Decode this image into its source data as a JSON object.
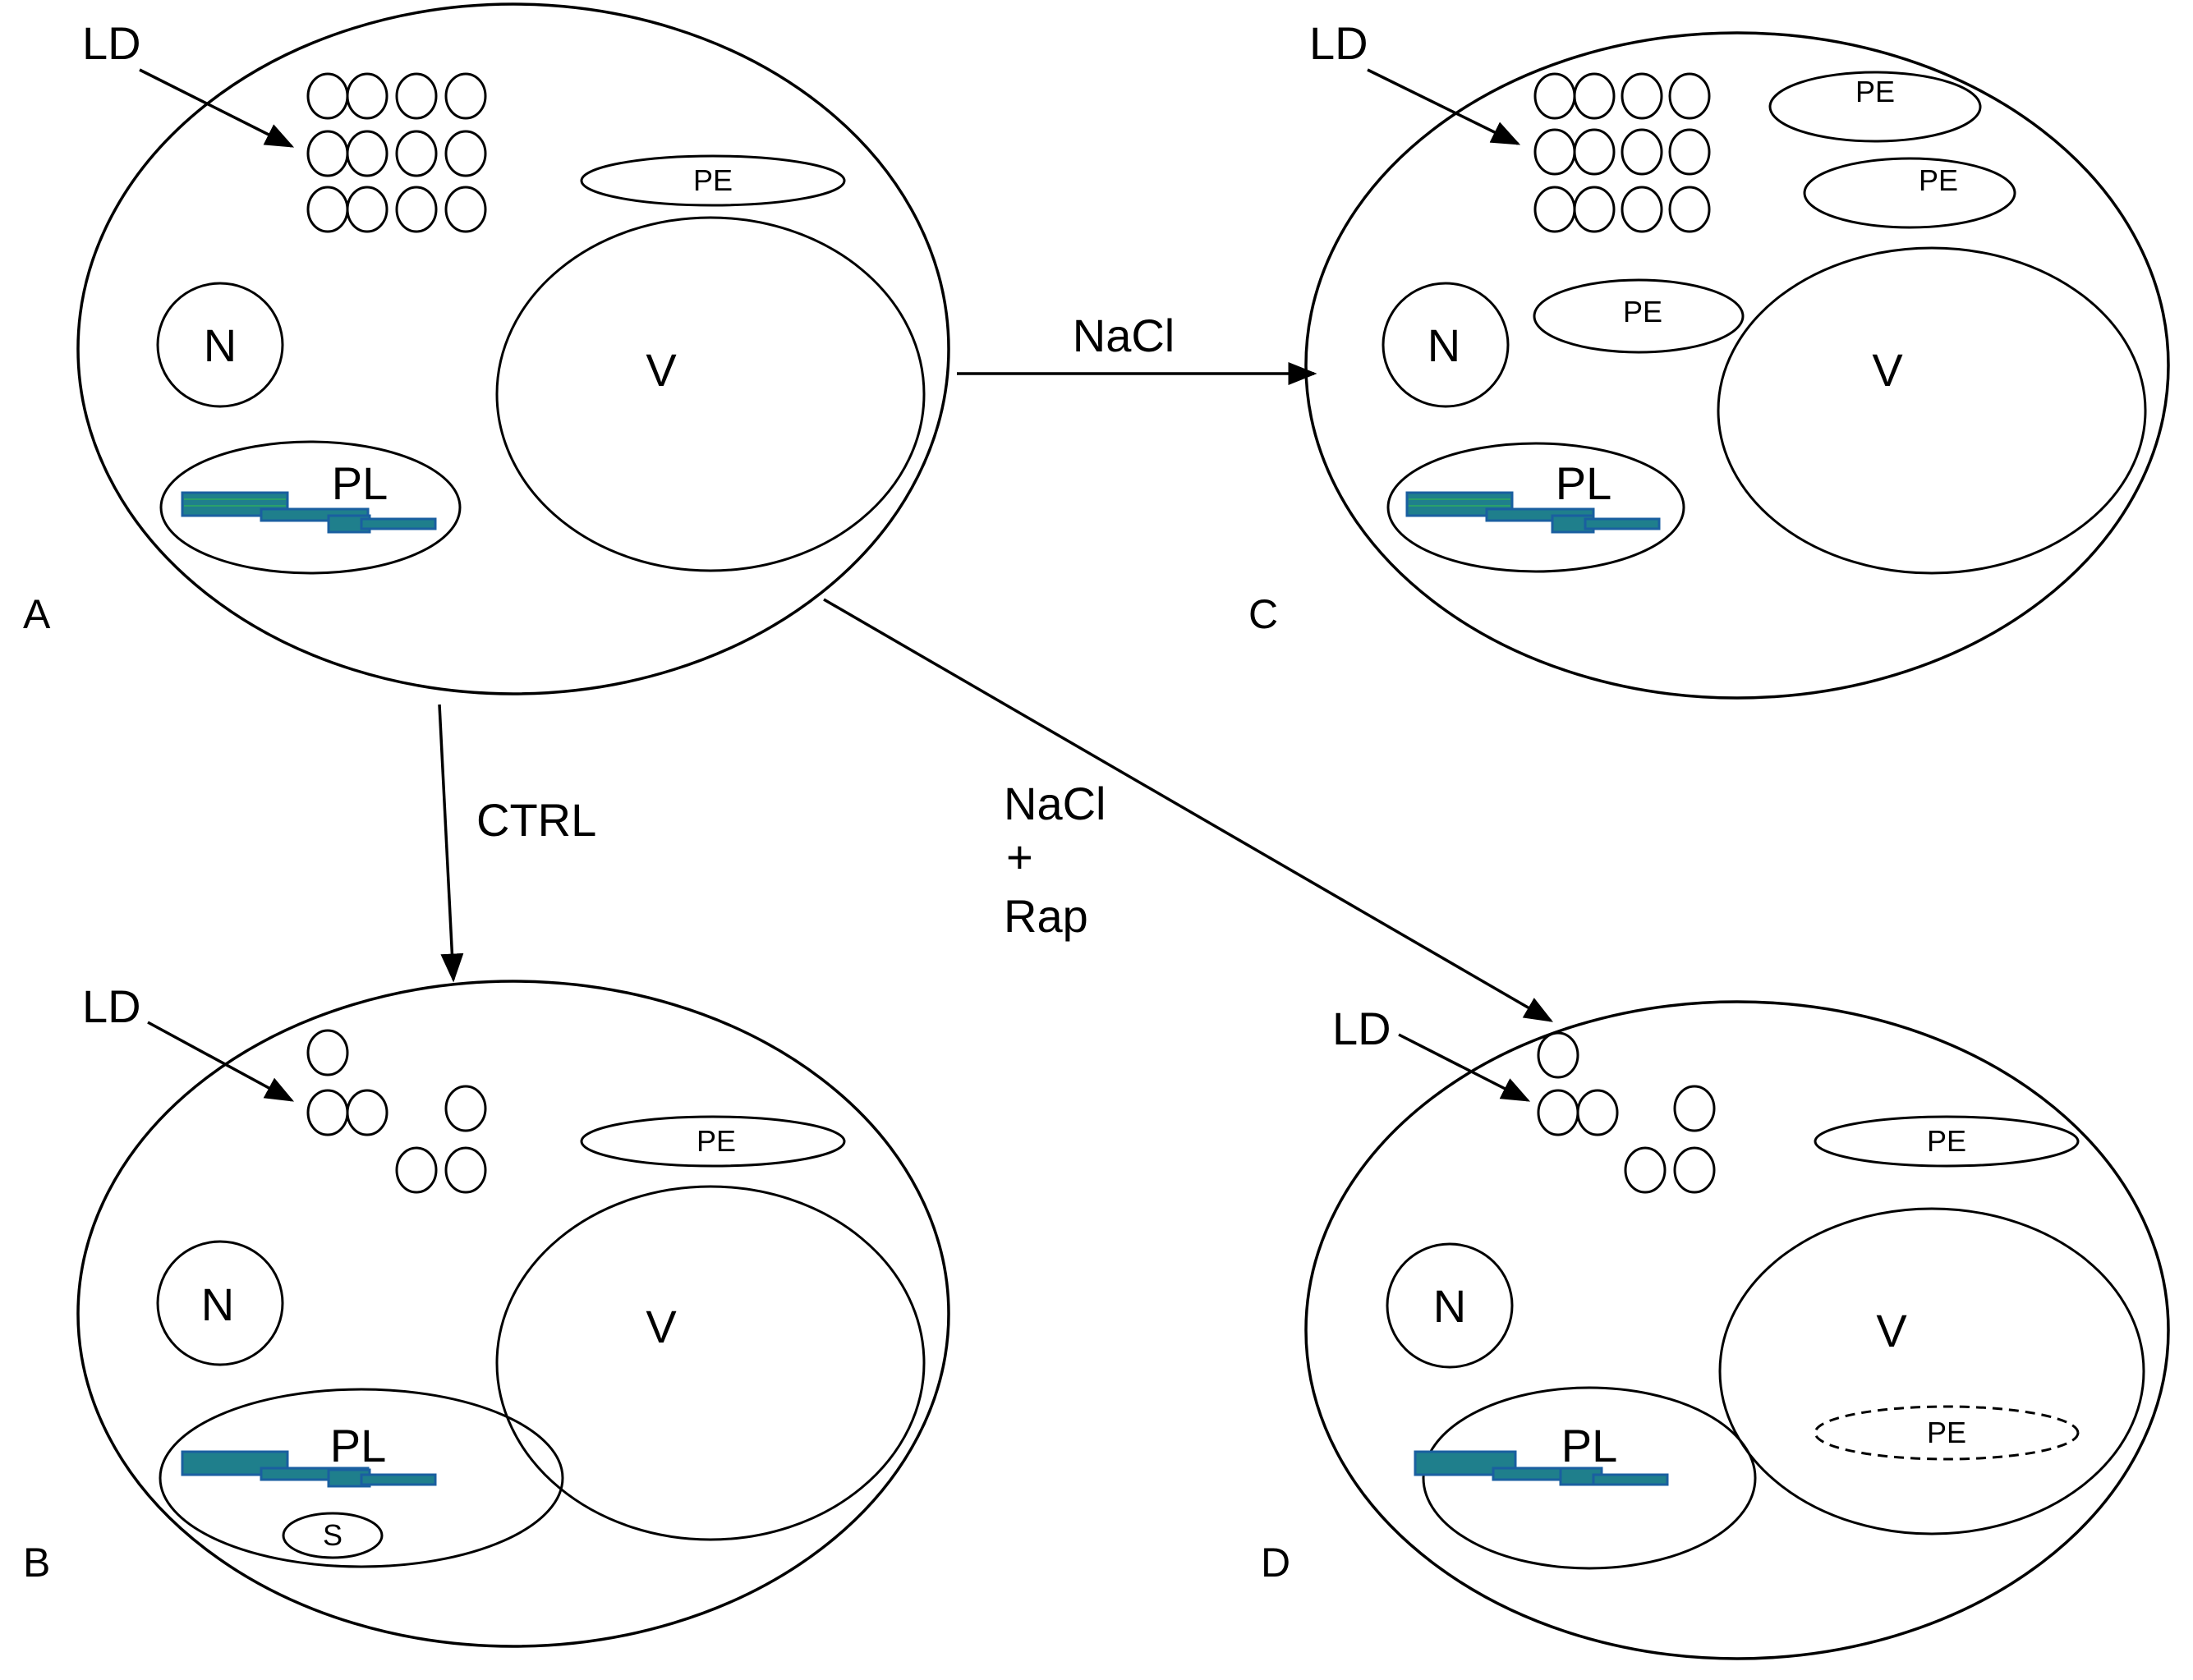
{
  "panels": {
    "A": {
      "letter": "A",
      "ld": "LD",
      "pe": [
        "PE"
      ],
      "nucleus": "N",
      "vacuole": "V",
      "plastid": "PL"
    },
    "B": {
      "letter": "B",
      "ld": "LD",
      "pe": [
        "PE"
      ],
      "nucleus": "N",
      "vacuole": "V",
      "plastid": "PL",
      "starch": "S"
    },
    "C": {
      "letter": "C",
      "ld": "LD",
      "pe": [
        "PE",
        "PE",
        "PE"
      ],
      "nucleus": "N",
      "vacuole": "V",
      "plastid": "PL"
    },
    "D": {
      "letter": "D",
      "ld": "LD",
      "pe": [
        "PE"
      ],
      "pe_vacuole": "PE",
      "nucleus": "N",
      "vacuole": "V",
      "plastid": "PL"
    }
  },
  "transitions": {
    "ctrl": "CTRL",
    "nacl": "NaCl",
    "nacl_rap": [
      "NaCl",
      "+",
      "Rap"
    ]
  }
}
